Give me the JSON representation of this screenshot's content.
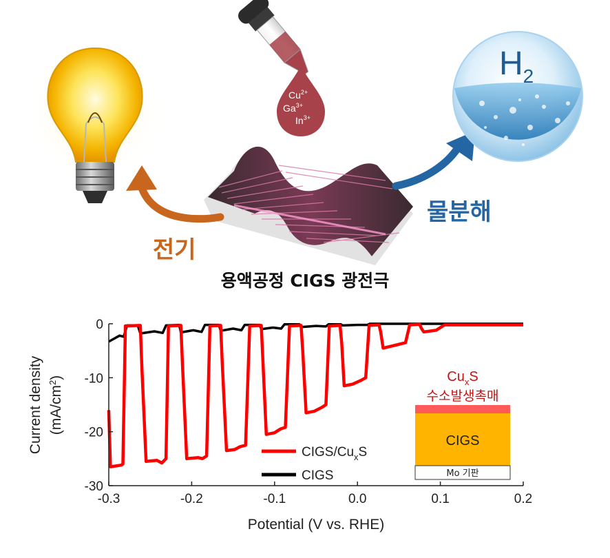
{
  "illustration": {
    "ions": [
      "Cu",
      "Ga",
      "In"
    ],
    "ion_charges": [
      "2+",
      "3+",
      "3+"
    ],
    "h2_main": "H",
    "h2_sub": "2",
    "left_label": "전기",
    "right_label": "물분해",
    "caption": "용액공정 CIGS 광전극",
    "colors": {
      "electric": "#c8661e",
      "water": "#2466a4",
      "drop": "#a8424a"
    }
  },
  "chart_data": {
    "type": "line",
    "xlabel": "Potential (V vs. RHE)",
    "ylabel_line1": "Current density",
    "ylabel_line2_main": "(mA/cm",
    "ylabel_line2_sup": "2",
    "ylabel_line2_end": ")",
    "xlim": [
      -0.3,
      0.2
    ],
    "ylim": [
      -30,
      0
    ],
    "xticks": [
      -0.3,
      -0.2,
      -0.1,
      0.0,
      0.1,
      0.2
    ],
    "xtick_labels": [
      "-0.3",
      "-0.2",
      "-0.1",
      "0.0",
      "0.1",
      "0.2"
    ],
    "yticks": [
      0,
      -10,
      -20,
      -30
    ],
    "ytick_labels": [
      "0",
      "-10",
      "-20",
      "-30"
    ],
    "legend": [
      {
        "main": "CIGS/Cu",
        "sub": "x",
        "end": "S",
        "color": "#ff0000"
      },
      {
        "main": "CIGS",
        "sub": "",
        "end": "",
        "color": "#000000"
      }
    ],
    "series": [
      {
        "name": "CIGS/CuxS",
        "color": "#ff0000",
        "points": [
          [
            -0.3,
            -16
          ],
          [
            -0.298,
            -26.5
          ],
          [
            -0.285,
            -26.2
          ],
          [
            -0.283,
            -26
          ],
          [
            -0.28,
            -0.4
          ],
          [
            -0.262,
            -0.3
          ],
          [
            -0.26,
            -8.5
          ],
          [
            -0.255,
            -25.5
          ],
          [
            -0.242,
            -25.3
          ],
          [
            -0.236,
            -25.8
          ],
          [
            -0.231,
            -25
          ],
          [
            -0.228,
            -0.4
          ],
          [
            -0.213,
            -0.3
          ],
          [
            -0.211,
            -8
          ],
          [
            -0.206,
            -25
          ],
          [
            -0.192,
            -24.8
          ],
          [
            -0.187,
            -25
          ],
          [
            -0.182,
            -24.5
          ],
          [
            -0.178,
            -0.4
          ],
          [
            -0.165,
            -0.3
          ],
          [
            -0.163,
            -7.5
          ],
          [
            -0.158,
            -23.5
          ],
          [
            -0.148,
            -23.3
          ],
          [
            -0.142,
            -22.8
          ],
          [
            -0.135,
            -22.5
          ],
          [
            -0.13,
            -0.4
          ],
          [
            -0.116,
            -0.3
          ],
          [
            -0.114,
            -7
          ],
          [
            -0.11,
            -20.5
          ],
          [
            -0.1,
            -20.2
          ],
          [
            -0.093,
            -19.5
          ],
          [
            -0.087,
            -19.2
          ],
          [
            -0.082,
            -0.4
          ],
          [
            -0.068,
            -0.3
          ],
          [
            -0.066,
            -5
          ],
          [
            -0.062,
            -16.5
          ],
          [
            -0.052,
            -16.2
          ],
          [
            -0.043,
            -15.5
          ],
          [
            -0.038,
            -15
          ],
          [
            -0.034,
            -0.4
          ],
          [
            -0.021,
            -0.3
          ],
          [
            -0.019,
            -3.5
          ],
          [
            -0.016,
            -11.5
          ],
          [
            -0.006,
            -11.2
          ],
          [
            0.004,
            -10.5
          ],
          [
            0.01,
            -10
          ],
          [
            0.014,
            -0.3
          ],
          [
            0.026,
            -0.2
          ],
          [
            0.028,
            -1.5
          ],
          [
            0.031,
            -4.5
          ],
          [
            0.045,
            -4
          ],
          [
            0.058,
            -3.5
          ],
          [
            0.063,
            -0.2
          ],
          [
            0.075,
            -0.1
          ],
          [
            0.077,
            -0.8
          ],
          [
            0.08,
            -1.5
          ],
          [
            0.095,
            -1.2
          ],
          [
            0.105,
            -0.2
          ],
          [
            0.2,
            -0.2
          ]
        ]
      },
      {
        "name": "CIGS",
        "color": "#000000",
        "points": [
          [
            -0.3,
            -3.3
          ],
          [
            -0.294,
            -2.8
          ],
          [
            -0.287,
            -2.2
          ],
          [
            -0.282,
            -2.4
          ],
          [
            -0.278,
            -0.3
          ],
          [
            -0.265,
            -0.3
          ],
          [
            -0.262,
            -1.8
          ],
          [
            -0.245,
            -1.4
          ],
          [
            -0.235,
            -1.7
          ],
          [
            -0.231,
            -0.3
          ],
          [
            -0.215,
            -0.2
          ],
          [
            -0.213,
            -1.6
          ],
          [
            -0.198,
            -1.2
          ],
          [
            -0.188,
            -1.5
          ],
          [
            -0.184,
            -0.2
          ],
          [
            -0.167,
            -0.2
          ],
          [
            -0.165,
            -1.3
          ],
          [
            -0.15,
            -0.9
          ],
          [
            -0.14,
            -1.2
          ],
          [
            -0.136,
            -0.2
          ],
          [
            -0.118,
            -0.2
          ],
          [
            -0.116,
            -1.0
          ],
          [
            -0.102,
            -0.7
          ],
          [
            -0.092,
            -0.9
          ],
          [
            -0.088,
            -0.1
          ],
          [
            -0.07,
            -0.1
          ],
          [
            -0.068,
            -0.6
          ],
          [
            -0.05,
            -0.4
          ],
          [
            -0.038,
            -0.5
          ],
          [
            -0.035,
            -0.1
          ],
          [
            -0.02,
            -0.1
          ],
          [
            -0.018,
            -0.3
          ],
          [
            0.0,
            -0.2
          ],
          [
            0.012,
            -0.2
          ],
          [
            0.015,
            0
          ],
          [
            0.2,
            0
          ]
        ]
      }
    ],
    "inset": {
      "title_main": "Cu",
      "title_sub": "x",
      "title_end": "S",
      "subtitle": "수소발생촉매",
      "layer_catalyst_color": "#ff5a5a",
      "layer_cigs_label": "CIGS",
      "layer_cigs_color": "#ffb400",
      "layer_mo_label": "Mo 기판"
    }
  }
}
